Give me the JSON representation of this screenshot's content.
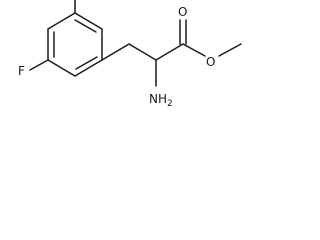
{
  "molecule": {
    "atoms": {
      "fluorine": "F",
      "amine": "NH",
      "amine_subscript": "2",
      "ester_carbonyl_oxygen": "O",
      "ester_ether_oxygen": "O"
    }
  }
}
